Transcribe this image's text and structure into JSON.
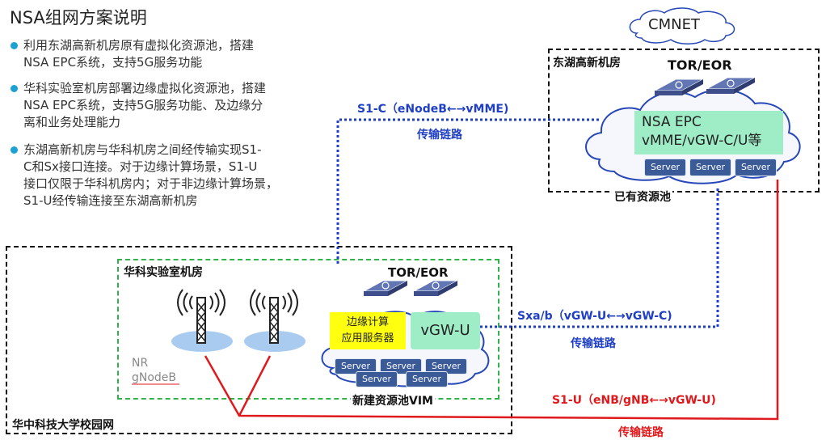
{
  "heading": "NSA组网方案说明",
  "bullets": [
    {
      "line1": "利用东湖高新机房原有虚拟化资源池，搭建",
      "line2": "NSA EPC系统，支持5G服务功能"
    },
    {
      "line1": "华科实验室机房部署边缘虚拟化资源池，搭建",
      "line2": "NSA EPC系统，支持5G服务功能、及边缘分",
      "line3": "离和业务处理能力"
    },
    {
      "line1": "东湖高新机房与华科机房之间经传输实现S1-",
      "line2": "C和Sx接口连接。对于边缘计算场景，S1-U",
      "line3": "接口仅限于华科机房内；对于非边缘计算场景，",
      "line4": "S1-U经传输连接至东湖高新机房"
    }
  ],
  "cloud_label": "CMNET",
  "donghu": {
    "room": "东湖高新机房",
    "switch": "TOR/EOR",
    "epc_line1": "NSA EPC",
    "epc_line2": "vMME/vGW-C/U等",
    "servers": [
      "Server",
      "Server",
      "Server"
    ],
    "pool": "已有资源池"
  },
  "links": {
    "s1c": "S1-C（eNodeB←→vMME)",
    "s1c_trans": "传输链路",
    "sxa": "Sxa/b（vGW-U←→vGW-C)",
    "sxa_trans": "传输链路",
    "s1u": "S1-U（eNB/gNB←→vGW-U)",
    "s1u_trans": "传输链路"
  },
  "huake": {
    "room": "华科实验室机房",
    "switch": "TOR/EOR",
    "edge_line1": "边缘计算",
    "edge_line2": "应用服务器",
    "vgw": "vGW-U",
    "servers_top": [
      "Server",
      "Server",
      "Server"
    ],
    "servers_bottom": [
      "Server",
      "Server"
    ],
    "pool": "新建资源池VIM",
    "nr_line1": "NR",
    "nr_line2": "gNodeB"
  },
  "campus": "华中科技大学校园网",
  "colors": {
    "blue_text": "#1f3fc4",
    "red_line": "#e0191c",
    "green_box": "#9fedc7",
    "server": "#3a5a98",
    "bullet": "#1ba1d4"
  }
}
